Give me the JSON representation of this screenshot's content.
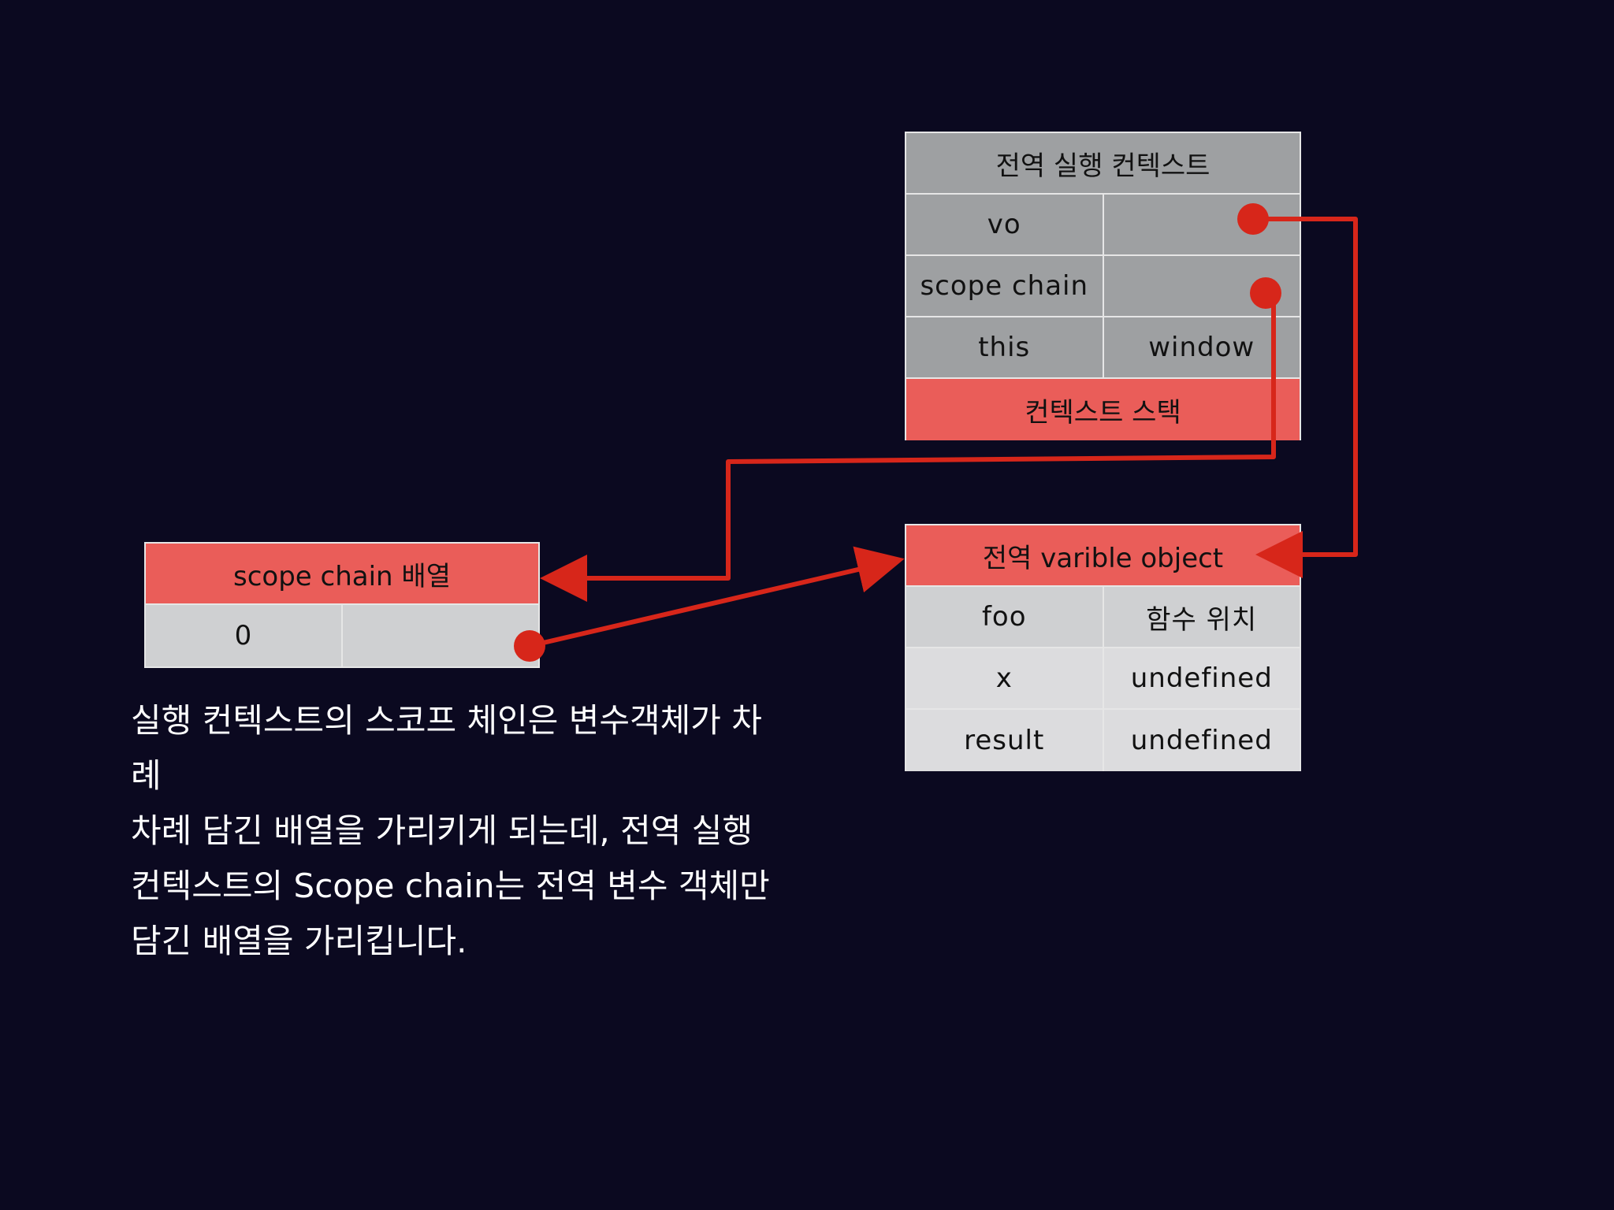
{
  "global_context": {
    "title": "전역 실행 컨텍스트",
    "rows": [
      {
        "key": "vo",
        "value": ""
      },
      {
        "key": "scope chain",
        "value": ""
      },
      {
        "key": "this",
        "value": "window"
      }
    ],
    "footer": "컨텍스트 스택"
  },
  "variable_object": {
    "title": "전역 varible object",
    "rows": [
      {
        "key": "foo",
        "value": "함수 위치"
      },
      {
        "key": "x",
        "value": "undefined"
      },
      {
        "key": "result",
        "value": "undefined"
      }
    ]
  },
  "scope_chain_array": {
    "title": "scope chain 배열",
    "rows": [
      {
        "key": "0",
        "value": ""
      }
    ]
  },
  "caption": {
    "lines": [
      "실행 컨텍스트의 스코프 체인은 변수객체가 차례",
      "차례 담긴 배열을 가리키게 되는데, 전역 실행",
      "컨텍스트의 Scope chain는 전역 변수 객체만",
      "담긴 배열을 가리킵니다."
    ]
  },
  "colors": {
    "background": "#0b0920",
    "accent_red": "#ea5d59",
    "arrow_red": "#d7261a",
    "header_gray": "#9ea0a2",
    "cell_light": "#cfd0d2"
  }
}
